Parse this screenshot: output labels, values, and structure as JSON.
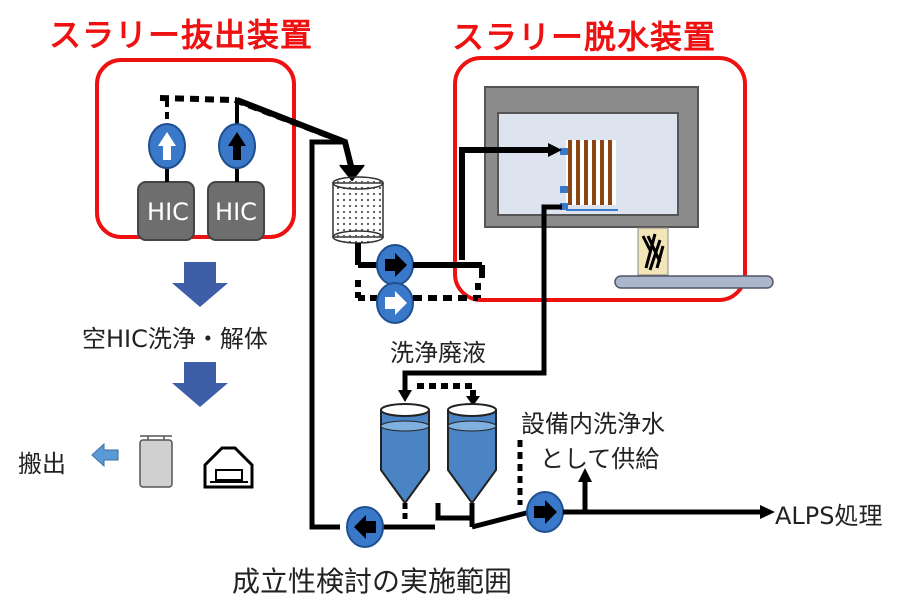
{
  "titles": {
    "extraction": "スラリー抜出装置",
    "dewatering": "スラリー脱水装置"
  },
  "hic": {
    "left": "HIC",
    "right": "HIC"
  },
  "steps": {
    "empty_hic": "空HIC洗浄・解体",
    "carry_out": "搬出"
  },
  "labels": {
    "wash_waste": "洗浄廃液",
    "supply_line1": "設備内洗浄水",
    "supply_line2": "として供給",
    "alps": "ALPS処理"
  },
  "caption": "成立性検討の実施範囲",
  "colors": {
    "red_box": "#ee1111",
    "arrow_blue": "#3f5ea8",
    "pump_blue": "#3a78c9",
    "hic_gray": "#6e6e6e",
    "tank_blue": "#4a84c4"
  }
}
